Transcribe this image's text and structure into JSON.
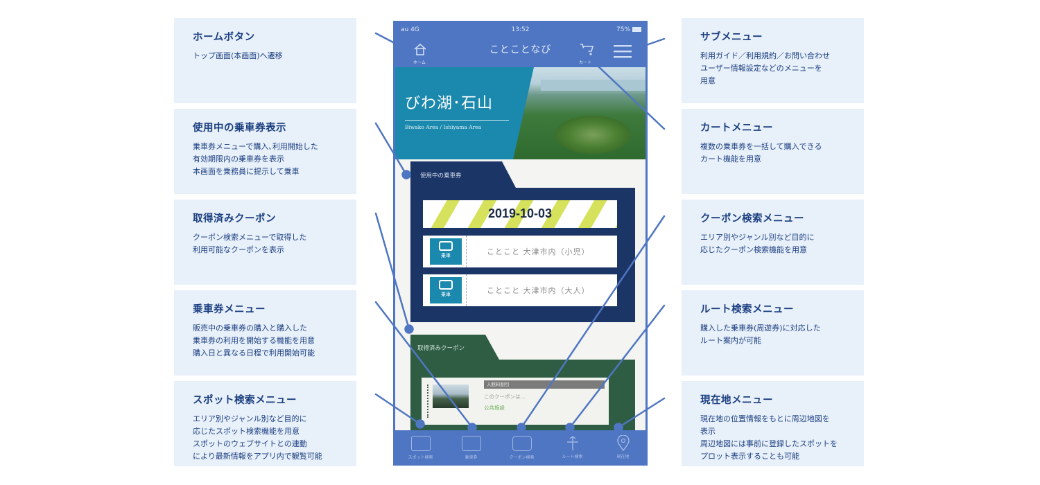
{
  "left_boxes": [
    {
      "title": "ホームボタン",
      "desc": "トップ画面(本画面)へ遷移"
    },
    {
      "title": "使用中の乗車券表示",
      "desc": "乗車券メニューで購入､利用開始した\n有効期限内の乗車券を表示\n本画面を乗務員に提示して乗車"
    },
    {
      "title": "取得済みクーポン",
      "desc": "クーポン検索メニューで取得した\n利用可能なクーポンを表示"
    },
    {
      "title": "乗車券メニュー",
      "desc": "販売中の乗車券の購入と購入した\n乗車券の利用を開始する機能を用意\n購入日と異なる日程で利用開始可能"
    },
    {
      "title": "スポット検索メニュー",
      "desc": "エリア別やジャンル別など目的に\n応じたスポット検索機能を用意\nスポットのウェブサイトとの連動\nにより最新情報をアプリ内で観覧可能"
    }
  ],
  "right_boxes": [
    {
      "title": "サブメニュー",
      "desc": "利用ガイド／利用規約／お問い合わせ\nユーザー情報設定などのメニューを\n用意"
    },
    {
      "title": "カートメニュー",
      "desc": "複数の乗車券を一括して購入できる\nカート機能を用意"
    },
    {
      "title": "クーポン検索メニュー",
      "desc": "エリア別やジャンル別など目的に\n応じたクーポン検索機能を用意"
    },
    {
      "title": "ルート検索メニュー",
      "desc": "購入した乗車券(周遊券)に対応した\nルート案内が可能"
    },
    {
      "title": "現在地メニュー",
      "desc": "現在地の位置情報をもとに周辺地図を\n表示\n周辺地図には事前に登録したスポットを\nプロット表示することも可能"
    }
  ],
  "phone": {
    "status_left": "au 4G",
    "status_time": "13:52",
    "status_right": "75%",
    "app_title": "ことことなび",
    "home_caption": "ホーム",
    "cart_caption": "カート",
    "hero_title": "びわ湖･石山",
    "hero_subtitle": "Biwako Area / Ishiyama Area",
    "tickets_label": "使用中の乗車券",
    "date": "2019-10-03",
    "tickets": [
      {
        "icon_text": "乗車",
        "label": "ことこと 大津市内（小児）"
      },
      {
        "icon_text": "乗車",
        "label": "ことこと 大津市内（大人）"
      }
    ],
    "coupon_label": "取得済みクーポン",
    "coupon_head": "入館料割引",
    "coupon_text": "このクーポンは…",
    "coupon_badge": "公共施設",
    "tabs": [
      "スポット検索",
      "乗車券",
      "クーポン検索",
      "ルート検索",
      "現在地"
    ]
  },
  "colors": {
    "box_bg": "#e8f0fa",
    "title_text": "#1b3f80",
    "phone_accent": "#4f76c2",
    "hero_teal": "#1b88ad",
    "tickets_navy": "#1b3566",
    "coupon_green": "#2e5d44",
    "date_stripe": "#d6e25b"
  },
  "icons": {
    "home": "home-icon",
    "cart": "cart-icon",
    "menu": "hamburger-menu-icon",
    "spot": "spot-search-icon",
    "ticket": "ticket-icon",
    "coupon": "coupon-icon",
    "route": "route-icon",
    "location": "location-pin-icon"
  }
}
